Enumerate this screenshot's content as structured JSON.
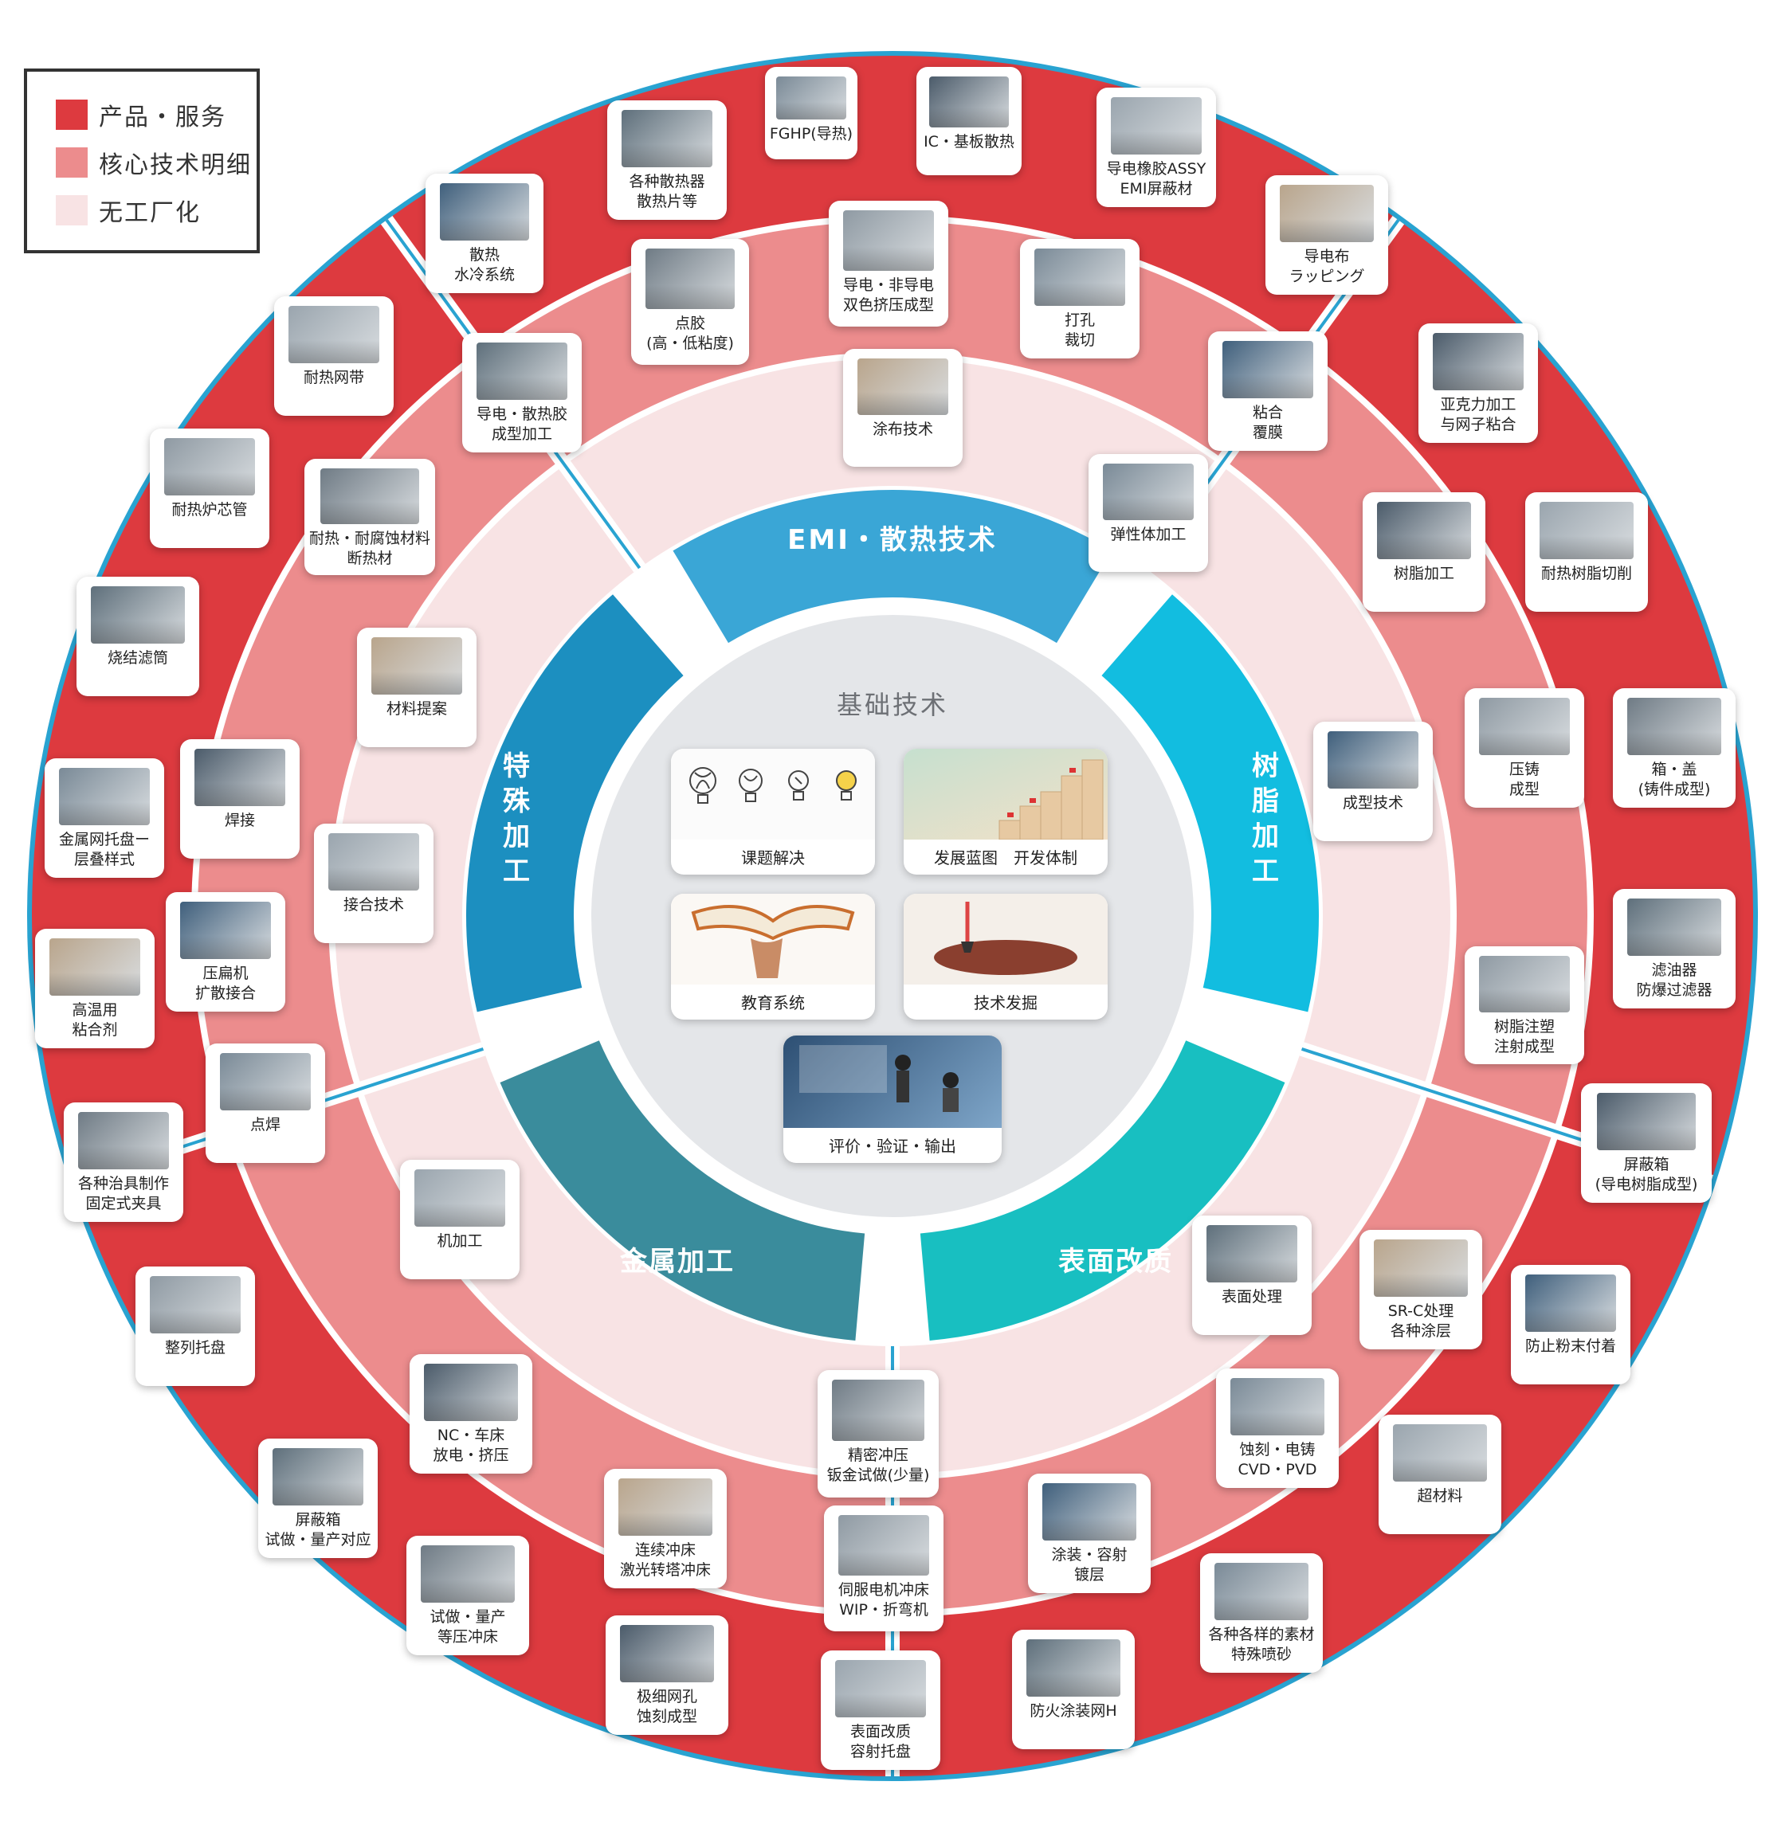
{
  "legend": {
    "items": [
      {
        "label": "产品・服务",
        "color": "#dd3a3f"
      },
      {
        "label": "核心技术明细",
        "color": "#ec8c8d"
      },
      {
        "label": "无工厂化",
        "color": "#f8e3e4"
      }
    ]
  },
  "colors": {
    "ring_outer": "#dd3a3f",
    "ring_mid": "#ec8c8d",
    "ring_inner": "#f8e3e4",
    "border_blue": "#29a3d1",
    "center_bg": "#e4e6e9"
  },
  "sectors": [
    {
      "label": "EMI・散热技术",
      "color": "#3aa6d6"
    },
    {
      "label": "树脂加工",
      "color": "#12bde0"
    },
    {
      "label": "表面改质",
      "color": "#18bfc1"
    },
    {
      "label": "金属加工",
      "color": "#3a8c9c"
    },
    {
      "label": "特殊加工",
      "color": "#1c8fc0"
    }
  ],
  "center": {
    "title": "基础技术",
    "cards": [
      {
        "label": "课题解决",
        "icon": "lightbulb-icon"
      },
      {
        "label": "发展蓝图　开发体制",
        "icon": "stairs-icon"
      },
      {
        "label": "教育系统",
        "icon": "book-icon"
      },
      {
        "label": "技术发掘",
        "icon": "shovel-icon"
      },
      {
        "label": "评价・验证・输出",
        "icon": "meeting-icon"
      }
    ]
  },
  "cards": [
    {
      "label": "FGHP(导热)",
      "icon": "heat-pipe-icon"
    },
    {
      "label": "IC・基板散热",
      "icon": "circuit-board-icon"
    },
    {
      "label": "导电橡胶ASSY\nEMI屏蔽材",
      "icon": "rubber-gasket-icon"
    },
    {
      "label": "各种散热器\n散热片等",
      "icon": "heatsink-icon"
    },
    {
      "label": "导电布\nラッピング",
      "icon": "conductive-cloth-icon"
    },
    {
      "label": "散热\n水冷系统",
      "icon": "water-cooling-icon"
    },
    {
      "label": "导电・非导电\n双色挤压成型",
      "icon": "extrusion-icon"
    },
    {
      "label": "点胶\n(高・低粘度)",
      "icon": "dispensing-icon"
    },
    {
      "label": "打孔\n裁切",
      "icon": "punching-icon"
    },
    {
      "label": "亚克力加工\n与网子粘合",
      "icon": "acrylic-icon"
    },
    {
      "label": "耐热网带",
      "icon": "mesh-belt-icon"
    },
    {
      "label": "导电・散热胶\n成型加工",
      "icon": "foam-sheet-icon"
    },
    {
      "label": "涂布技术",
      "icon": "coating-machine-icon"
    },
    {
      "label": "粘合\n覆膜",
      "icon": "lamination-icon"
    },
    {
      "label": "耐热炉芯管",
      "icon": "furnace-tube-icon"
    },
    {
      "label": "耐热・耐腐蚀材料\n断热材",
      "icon": "insulation-icon"
    },
    {
      "label": "弹性体加工",
      "icon": "worker-icon"
    },
    {
      "label": "树脂加工",
      "icon": "resin-part-icon"
    },
    {
      "label": "耐热树脂切削",
      "icon": "resin-cutting-icon"
    },
    {
      "label": "烧结滤筒",
      "icon": "filter-cylinder-icon"
    },
    {
      "label": "材料提案",
      "icon": "aluminum-profile-icon"
    },
    {
      "label": "成型技术",
      "icon": "molding-machine-icon"
    },
    {
      "label": "压铸\n成型",
      "icon": "die-cast-icon"
    },
    {
      "label": "箱・盖\n(铸件成型)",
      "icon": "cast-box-icon"
    },
    {
      "label": "金属网托盘ー\n层叠样式",
      "icon": "mesh-tray-icon"
    },
    {
      "label": "焊接",
      "icon": "welding-icon"
    },
    {
      "label": "接合技术",
      "icon": "bonding-icon"
    },
    {
      "label": "滤油器\n防爆过滤器",
      "icon": "oil-filter-icon"
    },
    {
      "label": "高温用\n粘合剂",
      "icon": "adhesive-icon"
    },
    {
      "label": "压扁机\n扩散接合",
      "icon": "diffusion-bonding-icon"
    },
    {
      "label": "树脂注塑\n注射成型",
      "icon": "injection-mold-icon"
    },
    {
      "label": "各种治具制作\n固定式夹具",
      "icon": "jig-icon"
    },
    {
      "label": "点焊",
      "icon": "spot-welding-icon"
    },
    {
      "label": "屏蔽箱\n(导电树脂成型)",
      "icon": "shield-box-icon"
    },
    {
      "label": "机加工",
      "icon": "factory-icon"
    },
    {
      "label": "表面处理",
      "icon": "pcb-surface-icon"
    },
    {
      "label": "SR-C处理\n各种涂层",
      "icon": "cone-coating-icon"
    },
    {
      "label": "防止粉末付着",
      "icon": "funnel-icon"
    },
    {
      "label": "整列托盘",
      "icon": "alignment-tray-icon"
    },
    {
      "label": "精密冲压\n钣金试做(少量)",
      "icon": "stamping-icon"
    },
    {
      "label": "蚀刻・电铸\nCVD・PVD",
      "icon": "black-disc-icon"
    },
    {
      "label": "NC・车床\n放电・挤压",
      "icon": "lathe-icon"
    },
    {
      "label": "超材料",
      "icon": "metamaterial-icon"
    },
    {
      "label": "屏蔽箱\n试做・量产对应",
      "icon": "shield-case-icon"
    },
    {
      "label": "连续冲床\n激光转塔冲床",
      "icon": "press-machine-icon"
    },
    {
      "label": "涂装・容射\n镀层",
      "icon": "painting-icon"
    },
    {
      "label": "伺服电机冲床\nWIP・折弯机",
      "icon": "servo-press-icon"
    },
    {
      "label": "试做・量产\n等压冲床",
      "icon": "pressed-plate-icon"
    },
    {
      "label": "各种各样的素材\n特殊喷砂",
      "icon": "sandblast-icon"
    },
    {
      "label": "极细网孔\n蚀刻成型",
      "icon": "fine-mesh-icon"
    },
    {
      "label": "表面改质\n容射托盘",
      "icon": "sprayed-tray-icon"
    },
    {
      "label": "防火涂装网H",
      "icon": "fireproof-mesh-icon"
    }
  ]
}
